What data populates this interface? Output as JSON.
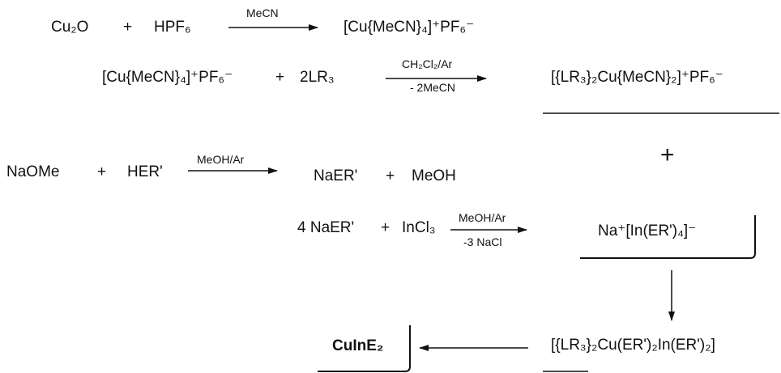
{
  "row1": {
    "reactant1": "Cu₂O",
    "plus": "+",
    "reactant2": "HPF₆",
    "condition": "MeCN",
    "product": "[Cu{MeCN}₄]⁺PF₆⁻"
  },
  "row2": {
    "reactant1": "[Cu{MeCN}₄]⁺PF₆⁻",
    "plus": "+",
    "reactant2": "2LR₃",
    "condition_top": "CH₂Cl₂/Ar",
    "condition_bottom": "- 2MeCN",
    "product": "[{LR₃}₂Cu{MeCN}₂]⁺PF₆⁻"
  },
  "combine_plus": "+",
  "row3": {
    "reactant1": "NaOMe",
    "plus": "+",
    "reactant2": "HER'",
    "condition": "MeOH/Ar",
    "product1": "NaER'",
    "plus2": "+",
    "product2": "MeOH"
  },
  "row4": {
    "reactant1": "4 NaER'",
    "plus": "+",
    "reactant2": "InCl₃",
    "condition_top": "MeOH/Ar",
    "condition_bottom": "-3 NaCl",
    "product": "Na⁺[In(ER')₄]⁻"
  },
  "row5": {
    "final_product": "CuInE₂",
    "intermediate": "[{LR₃}₂Cu(ER')₂In(ER')₂]"
  }
}
